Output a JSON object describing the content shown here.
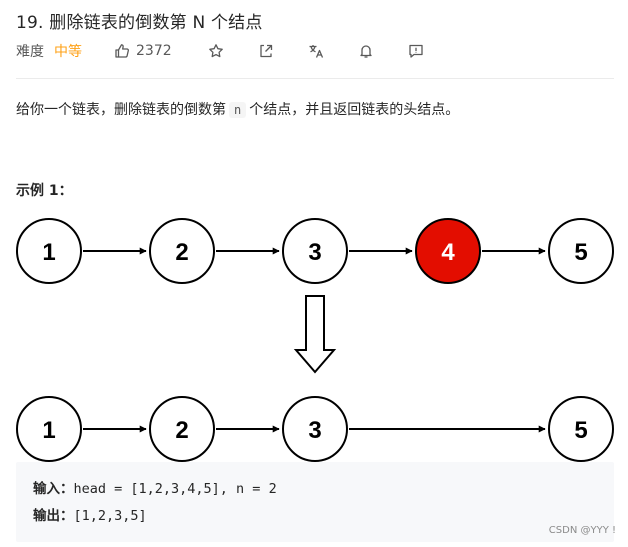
{
  "header": {
    "title": "19. 删除链表的倒数第 N 个结点",
    "difficulty_label": "难度",
    "difficulty": "中等",
    "likes": "2372",
    "difficulty_color": "#ffa116"
  },
  "toolbar_icons": [
    "thumbs-up-icon",
    "star-icon",
    "share-icon",
    "translate-icon",
    "bell-icon",
    "feedback-icon"
  ],
  "description": {
    "before": "给你一个链表，删除链表的倒数第",
    "code": "n",
    "after": "个结点，并且返回链表的头结点。"
  },
  "example": {
    "title": "示例 1：",
    "input_label": "输入：",
    "input_value": "head = [1,2,3,4,5], n = 2",
    "output_label": "输出：",
    "output_value": "[1,2,3,5]"
  },
  "diagram": {
    "before_list": [
      "1",
      "2",
      "3",
      "4",
      "5"
    ],
    "after_list": [
      "1",
      "2",
      "3",
      "5"
    ],
    "removed_node": "4",
    "highlight_color": "#e30d00"
  },
  "watermark": "CSDN @YYY !"
}
